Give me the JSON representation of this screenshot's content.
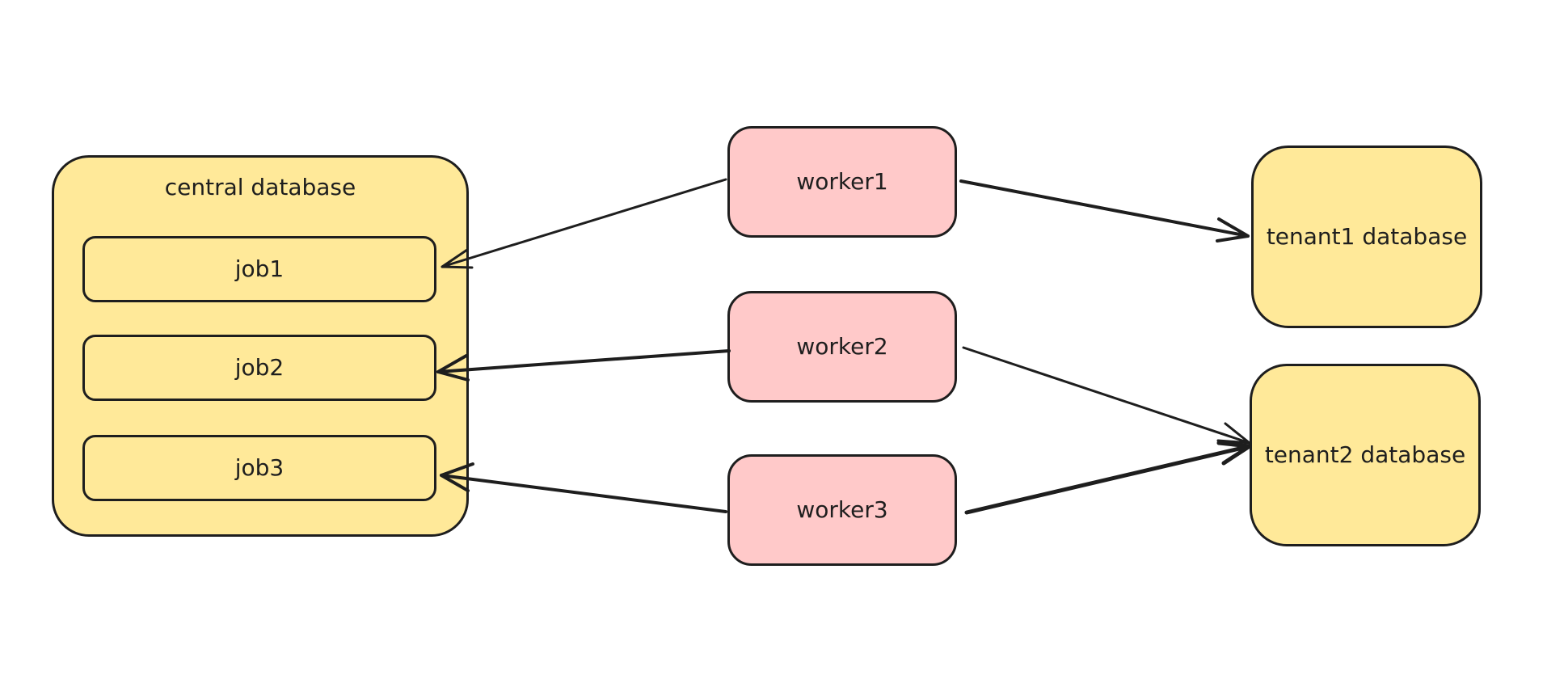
{
  "diagram": {
    "central_database": {
      "label": "central database",
      "jobs": [
        "job1",
        "job2",
        "job3"
      ]
    },
    "workers": [
      "worker1",
      "worker2",
      "worker3"
    ],
    "tenants": [
      "tenant1 database",
      "tenant2 database"
    ],
    "connections": [
      {
        "from": "worker1",
        "to": "job1"
      },
      {
        "from": "worker1",
        "to": "tenant1 database"
      },
      {
        "from": "worker2",
        "to": "job2"
      },
      {
        "from": "worker2",
        "to": "tenant2 database"
      },
      {
        "from": "worker3",
        "to": "job3"
      },
      {
        "from": "worker3",
        "to": "tenant2 database"
      }
    ]
  },
  "colors": {
    "database_fill": "#ffe999",
    "worker_fill": "#ffc9c9",
    "stroke": "#1e1e1e"
  }
}
